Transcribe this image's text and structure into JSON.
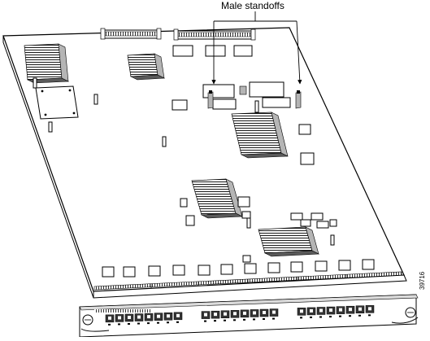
{
  "callout": {
    "label": "Male standoffs"
  },
  "figure_id": "39716",
  "faceplate": {
    "port_groups": 3,
    "ports_per_group": 8
  }
}
